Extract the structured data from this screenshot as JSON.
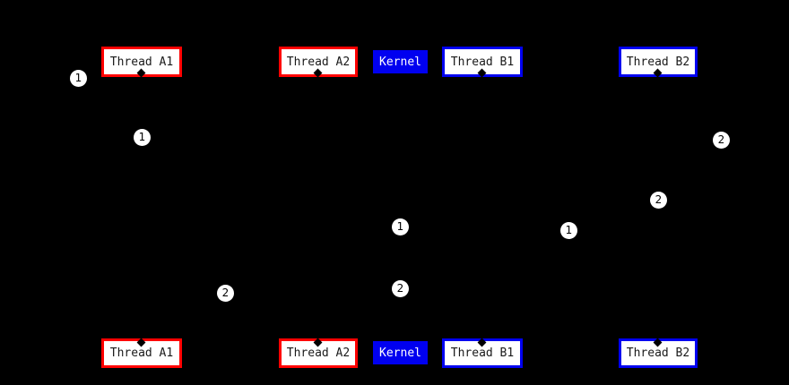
{
  "diagram": {
    "description": "Thread/kernel sequence diagram on black background",
    "colors": {
      "background": "#000000",
      "thread_a_border": "#ff0000",
      "thread_b_border": "#0000f0",
      "kernel_fill": "#0000f0",
      "box_fill": "#ffffff",
      "box_text": "#1a1a1a",
      "kernel_text": "#ffffff",
      "marker_fill": "#ffffff",
      "marker_text": "#000000"
    },
    "top_actors": [
      {
        "label": "Thread A1"
      },
      {
        "label": "Thread A2"
      },
      {
        "label": "Kernel"
      },
      {
        "label": "Thread B1"
      },
      {
        "label": "Thread B2"
      }
    ],
    "bottom_actors": [
      {
        "label": "Thread A1"
      },
      {
        "label": "Thread A2"
      },
      {
        "label": "Kernel"
      },
      {
        "label": "Thread B1"
      },
      {
        "label": "Thread B2"
      }
    ],
    "markers": [
      {
        "label": "1"
      },
      {
        "label": "1"
      },
      {
        "label": "2"
      },
      {
        "label": "2"
      },
      {
        "label": "1"
      },
      {
        "label": "1"
      },
      {
        "label": "2"
      },
      {
        "label": "2"
      }
    ]
  }
}
